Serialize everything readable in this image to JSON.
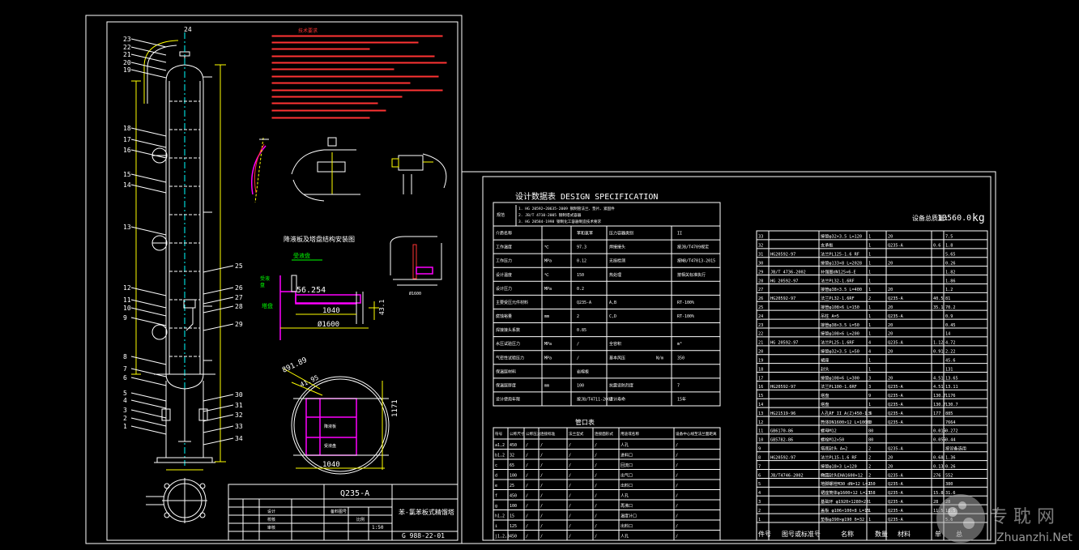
{
  "colors": {
    "background": "#000000",
    "line": "#ffffff",
    "dim": "#ffff00",
    "note": "#ff3333",
    "label": "#00ff00",
    "detail": "#ff00ff",
    "cyan": "#00ffff"
  },
  "left_sheet": {
    "callouts_left": [
      "23",
      "22",
      "21",
      "20",
      "19",
      "18",
      "17",
      "16",
      "15",
      "14",
      "13",
      "12",
      "11",
      "10",
      "9",
      "8",
      "7",
      "6",
      "5",
      "4",
      "3",
      "2",
      "1"
    ],
    "callouts_right": [
      "24",
      "25",
      "26",
      "27",
      "28",
      "29",
      "30",
      "31",
      "32",
      "33",
      "34"
    ],
    "detail_title": "降液板及塔盘结构安装图",
    "detail_label_1": "受液盘",
    "detail_label_2": "塔盘",
    "dim_1": "56.254",
    "dim_2": "1040",
    "dim_3": "Ø1600",
    "dim_4": "1040",
    "dim_5": "1171",
    "dim_6": "891.89",
    "dim_7": "41.95",
    "title_block": {
      "material": "Q235-A",
      "drawing_name": "苯-氯苯板式精馏塔",
      "drawing_no": "G 988-22-01",
      "scale": "1:50"
    }
  },
  "design_spec": {
    "title": "设计数据表 DESIGN SPECIFICATION",
    "standards": [
      "1. HG 20592~20635-2009 钢制管法兰、垫片、紧固件",
      "2. JB/T 4710-2005 钢制塔式容器",
      "3. HG 20584-1998 钢制化工容器制造技术要求"
    ],
    "rows": [
      {
        "k": "介质名称",
        "v": "苯和氯苯",
        "k2": "压力容器类别",
        "v2": "II"
      },
      {
        "k": "工作温度",
        "u": "℃",
        "v": "97.3",
        "k2": "焊接接头",
        "v2": "按JB/T4709规定"
      },
      {
        "k": "工作压力",
        "u": "MPa",
        "v": "0.12",
        "k2": "无损检测",
        "v2": "按NB/T47013-2015"
      },
      {
        "k": "设计温度",
        "u": "℃",
        "v": "150",
        "k2": "热处理",
        "v2": "按相关标准执行"
      },
      {
        "k": "设计压力",
        "u": "MPa",
        "v": "0.2",
        "k2": "",
        "v2": ""
      },
      {
        "k": "主要受压元件材料",
        "v": "Q235-A",
        "k2": "A,B",
        "v2": "RT-100%"
      },
      {
        "k": "腐蚀裕量",
        "u": "mm",
        "v": "2",
        "k2": "C,D",
        "v2": "RT-100%"
      },
      {
        "k": "焊接接头系数",
        "v": "0.85",
        "k2": "",
        "v2": ""
      },
      {
        "k": "水压试验压力",
        "u": "MPa",
        "v": "/",
        "k2": "全容积",
        "v2": "m³"
      },
      {
        "k": "气密性试验压力",
        "u": "MPa",
        "v": "/",
        "k2": "基本风压",
        "u2": "N/m",
        "v2": "350"
      },
      {
        "k": "保温层材料",
        "v": "岩棉板",
        "k2": "",
        "v2": ""
      },
      {
        "k": "保温层厚度",
        "u": "mm",
        "v": "100",
        "k2": "抗震设防烈度",
        "v2": "7"
      },
      {
        "k": "设计使用年限",
        "v": "按JB/T4711-2003",
        "k2": "设计寿命",
        "v2": "15年"
      }
    ],
    "nozzle_title": "管口表",
    "nozzle_headers": [
      "符号",
      "公称尺寸",
      "公称压力",
      "连接标准",
      "法兰型式",
      "连接面形式",
      "用途或名称",
      "设备中心线至法兰面距离"
    ],
    "nozzles": [
      [
        "a1,2",
        "450",
        "/",
        "/",
        "/",
        "/",
        "人孔",
        "/"
      ],
      [
        "b1,2",
        "32",
        "/",
        "/",
        "/",
        "/",
        "进料口",
        "/"
      ],
      [
        "c",
        "65",
        "/",
        "/",
        "/",
        "/",
        "回流口",
        "/"
      ],
      [
        "d",
        "100",
        "/",
        "/",
        "/",
        "/",
        "出气口",
        "/"
      ],
      [
        "e",
        "25",
        "/",
        "/",
        "/",
        "/",
        "出料口",
        "/"
      ],
      [
        "f",
        "450",
        "/",
        "/",
        "/",
        "/",
        "人孔",
        "/"
      ],
      [
        "g",
        "100",
        "/",
        "/",
        "/",
        "/",
        "再沸口",
        "/"
      ],
      [
        "h1,2",
        "15",
        "/",
        "/",
        "/",
        "/",
        "温度计口",
        "/"
      ],
      [
        "i",
        "125",
        "/",
        "/",
        "/",
        "/",
        "出料口",
        "/"
      ],
      [
        "j1,2,3",
        "450",
        "/",
        "/",
        "/",
        "/",
        "人孔",
        "/"
      ]
    ]
  },
  "parts_list": {
    "total_mass_label": "设备总质量:",
    "total_mass_value": "13560.0",
    "total_mass_unit": "kg",
    "rows": [
      [
        "33",
        "",
        "接管φ32×3.5 L=120",
        "1",
        "20",
        "",
        "7.5"
      ],
      [
        "32",
        "",
        "支承板",
        "1",
        "Q235-A",
        "0.6",
        "1.8"
      ],
      [
        "31",
        "HG20592-97",
        "法兰PL125-1.6 RF",
        "1",
        "",
        "",
        "5.65"
      ],
      [
        "30",
        "",
        "接管φ133×8 L=2028",
        "1",
        "20",
        "",
        "0.26"
      ],
      [
        "29",
        "JB/T 4736-2002",
        "补强圈dN125×6-E",
        "1",
        "",
        "",
        "1.82"
      ],
      [
        "28",
        "HG 20592-97",
        "法兰PL32-1.6RF",
        "1",
        "",
        "",
        "1.86"
      ],
      [
        "27",
        "",
        "接管φ38×3.5 L=400",
        "1",
        "20",
        "",
        "1.2"
      ],
      [
        "26",
        "HG20592-97",
        "法兰PL32-1.6RF",
        "2",
        "Q235-A",
        "40.5",
        "81"
      ],
      [
        "25",
        "",
        "接管φ108×6 L=150",
        "1",
        "20",
        "35.1",
        "70.2"
      ],
      [
        "24",
        "",
        "吊柱 A=5",
        "1",
        "Q235-A",
        "",
        "0.9"
      ],
      [
        "23",
        "",
        "接管φ38×3.5 L=50",
        "1",
        "20",
        "",
        "0.45"
      ],
      [
        "22",
        "",
        "接管φ108×6 L=200",
        "1",
        "20",
        "",
        "14"
      ],
      [
        "21",
        "HG 20592-97",
        "法兰PL25-1.6RF",
        "4",
        "Q235-A",
        "1.12",
        "4.72"
      ],
      [
        "20",
        "",
        "接管φ32×3.5 L=50",
        "4",
        "20",
        "0.91",
        "2.22"
      ],
      [
        "19",
        "",
        "裙座",
        "1",
        "",
        "",
        "45.6"
      ],
      [
        "18",
        "",
        "封头",
        "1",
        "",
        "",
        "131"
      ],
      [
        "17",
        "",
        "接管φ108×6 L=300",
        "3",
        "20",
        "4.51",
        "13.65"
      ],
      [
        "16",
        "HG20592-97",
        "法兰PL100-1.6RF",
        "3",
        "Q235-A",
        "4.51",
        "13.11"
      ],
      [
        "15",
        "",
        "塔盘",
        "9",
        "Q235-A",
        "130.7",
        "1176"
      ],
      [
        "14",
        "",
        "塔盘",
        "1",
        "Q235-A",
        "130.7",
        "130.7"
      ],
      [
        "13",
        "HG21519-96",
        "人孔RF II A(Z)450-1.6",
        "5",
        "Q235-A",
        "177",
        "885"
      ],
      [
        "12",
        "",
        "筒体DN1600×12 L=10000",
        "1",
        "Q235-A",
        "",
        "7664"
      ],
      [
        "11",
        "GB6170-86",
        "螺母M12",
        "80",
        "",
        "0.015",
        "0.272"
      ],
      [
        "10",
        "GB5782-86",
        "螺栓M12×50",
        "80",
        "",
        "0.055",
        "0.44"
      ],
      [
        "9",
        "",
        "塔底封头 A=2",
        "2",
        "Q235-A",
        "",
        "按设备选用"
      ],
      [
        "8",
        "HG20592-97",
        "法兰PL15-1.6 RF",
        "2",
        "20",
        "0.68",
        "1.36"
      ],
      [
        "7",
        "",
        "接管φ18×3 L=120",
        "2",
        "20",
        "0.13",
        "0.26"
      ],
      [
        "6",
        "JB/T4746-2002",
        "椭圆封头EHA1600×12",
        "2",
        "Q235-A",
        "276",
        "552"
      ],
      [
        "5",
        "",
        "地脚螺栓M30 dN=12 L=250",
        "1",
        "Q235-A",
        "",
        "380"
      ],
      [
        "4",
        "",
        "裙座筒体φ1600×12 L=2358",
        "1",
        "Q235-A",
        "15.8",
        "31.6"
      ],
      [
        "3",
        "",
        "基础环 φ1920×1280×20",
        "1",
        "Q235-A",
        "28",
        "28"
      ],
      [
        "2",
        "",
        "盖板 φ106×100×8 L=15",
        "1",
        "Q235-A",
        "11.5",
        "11.5"
      ],
      [
        "1",
        "",
        "垫板φ390×φ190 δ=32",
        "1",
        "Q235-A",
        "",
        "5.6"
      ]
    ],
    "footer": [
      "件号",
      "图号或标准号",
      "名称",
      "数量",
      "材料",
      "单",
      "总"
    ]
  },
  "watermark": {
    "line1": "专 耽 网",
    "line2": "Zhuanzhi.Net"
  }
}
